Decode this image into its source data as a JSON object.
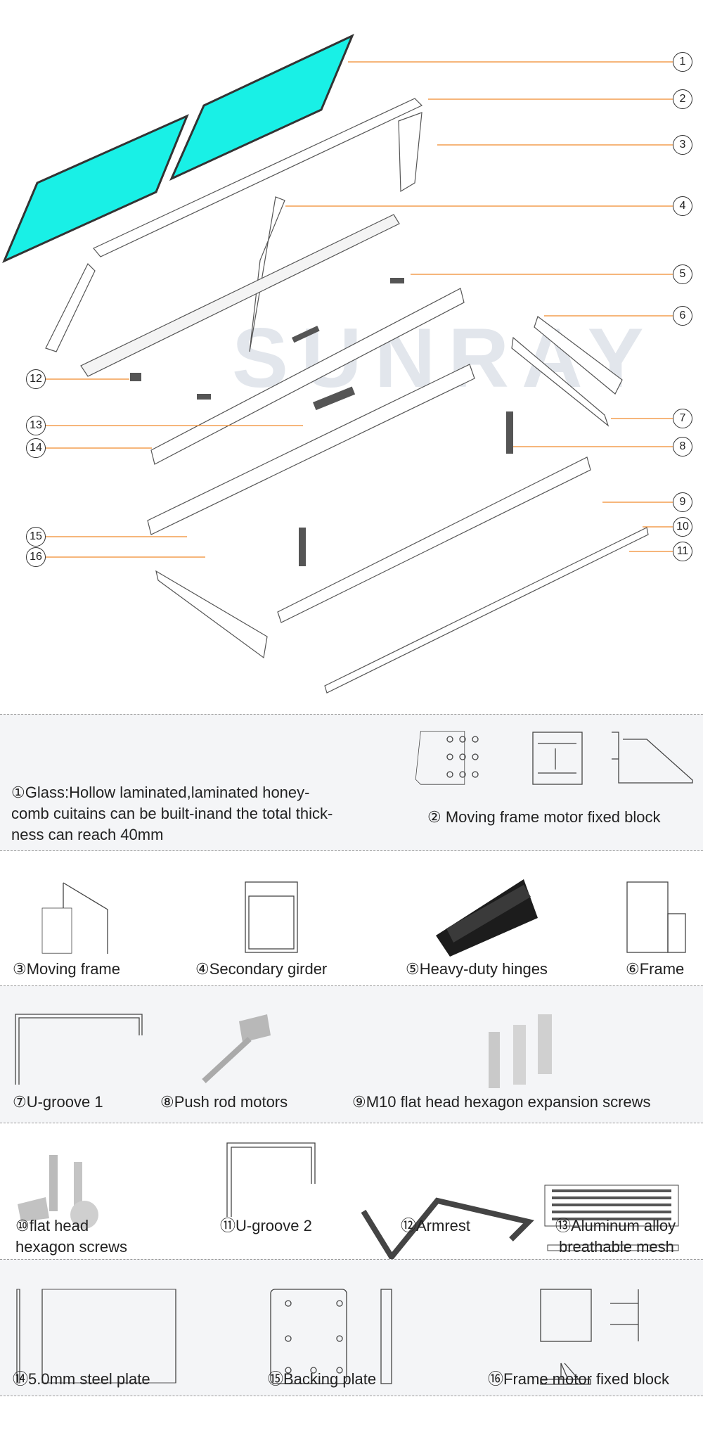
{
  "watermark": "SUNRAY",
  "colors": {
    "glass": "#19f0e6",
    "leader": "#f08a2c",
    "section_bg": "#f4f5f7"
  },
  "callouts": [
    "1",
    "2",
    "3",
    "4",
    "5",
    "6",
    "7",
    "8",
    "9",
    "10",
    "11",
    "12",
    "13",
    "14",
    "15",
    "16"
  ],
  "parts": [
    {
      "label": "①Glass:Hollow laminated,laminated honey-",
      "label2": "comb cuitains can be built-inand the total thick-",
      "label3": "ness can reach 40mm"
    },
    {
      "label": "② Moving frame motor fixed block"
    },
    {
      "label": "③Moving frame"
    },
    {
      "label": "④Secondary girder"
    },
    {
      "label": "⑤Heavy-duty hinges"
    },
    {
      "label": "⑥Frame"
    },
    {
      "label": "⑦U-groove 1"
    },
    {
      "label": "⑧Push rod motors"
    },
    {
      "label": "⑨M10 flat head hexagon expansion screws"
    },
    {
      "label": "⑩flat head",
      "label2": "hexagon screws"
    },
    {
      "label": "⑪U-groove 2"
    },
    {
      "label": "⑫Armrest"
    },
    {
      "label": "⑬Aluminum alloy",
      "label2": "breathable mesh"
    },
    {
      "label": "⑭5.0mm steel plate"
    },
    {
      "label": "⑮Backing plate"
    },
    {
      "label": "⑯Frame motor fixed block"
    }
  ]
}
